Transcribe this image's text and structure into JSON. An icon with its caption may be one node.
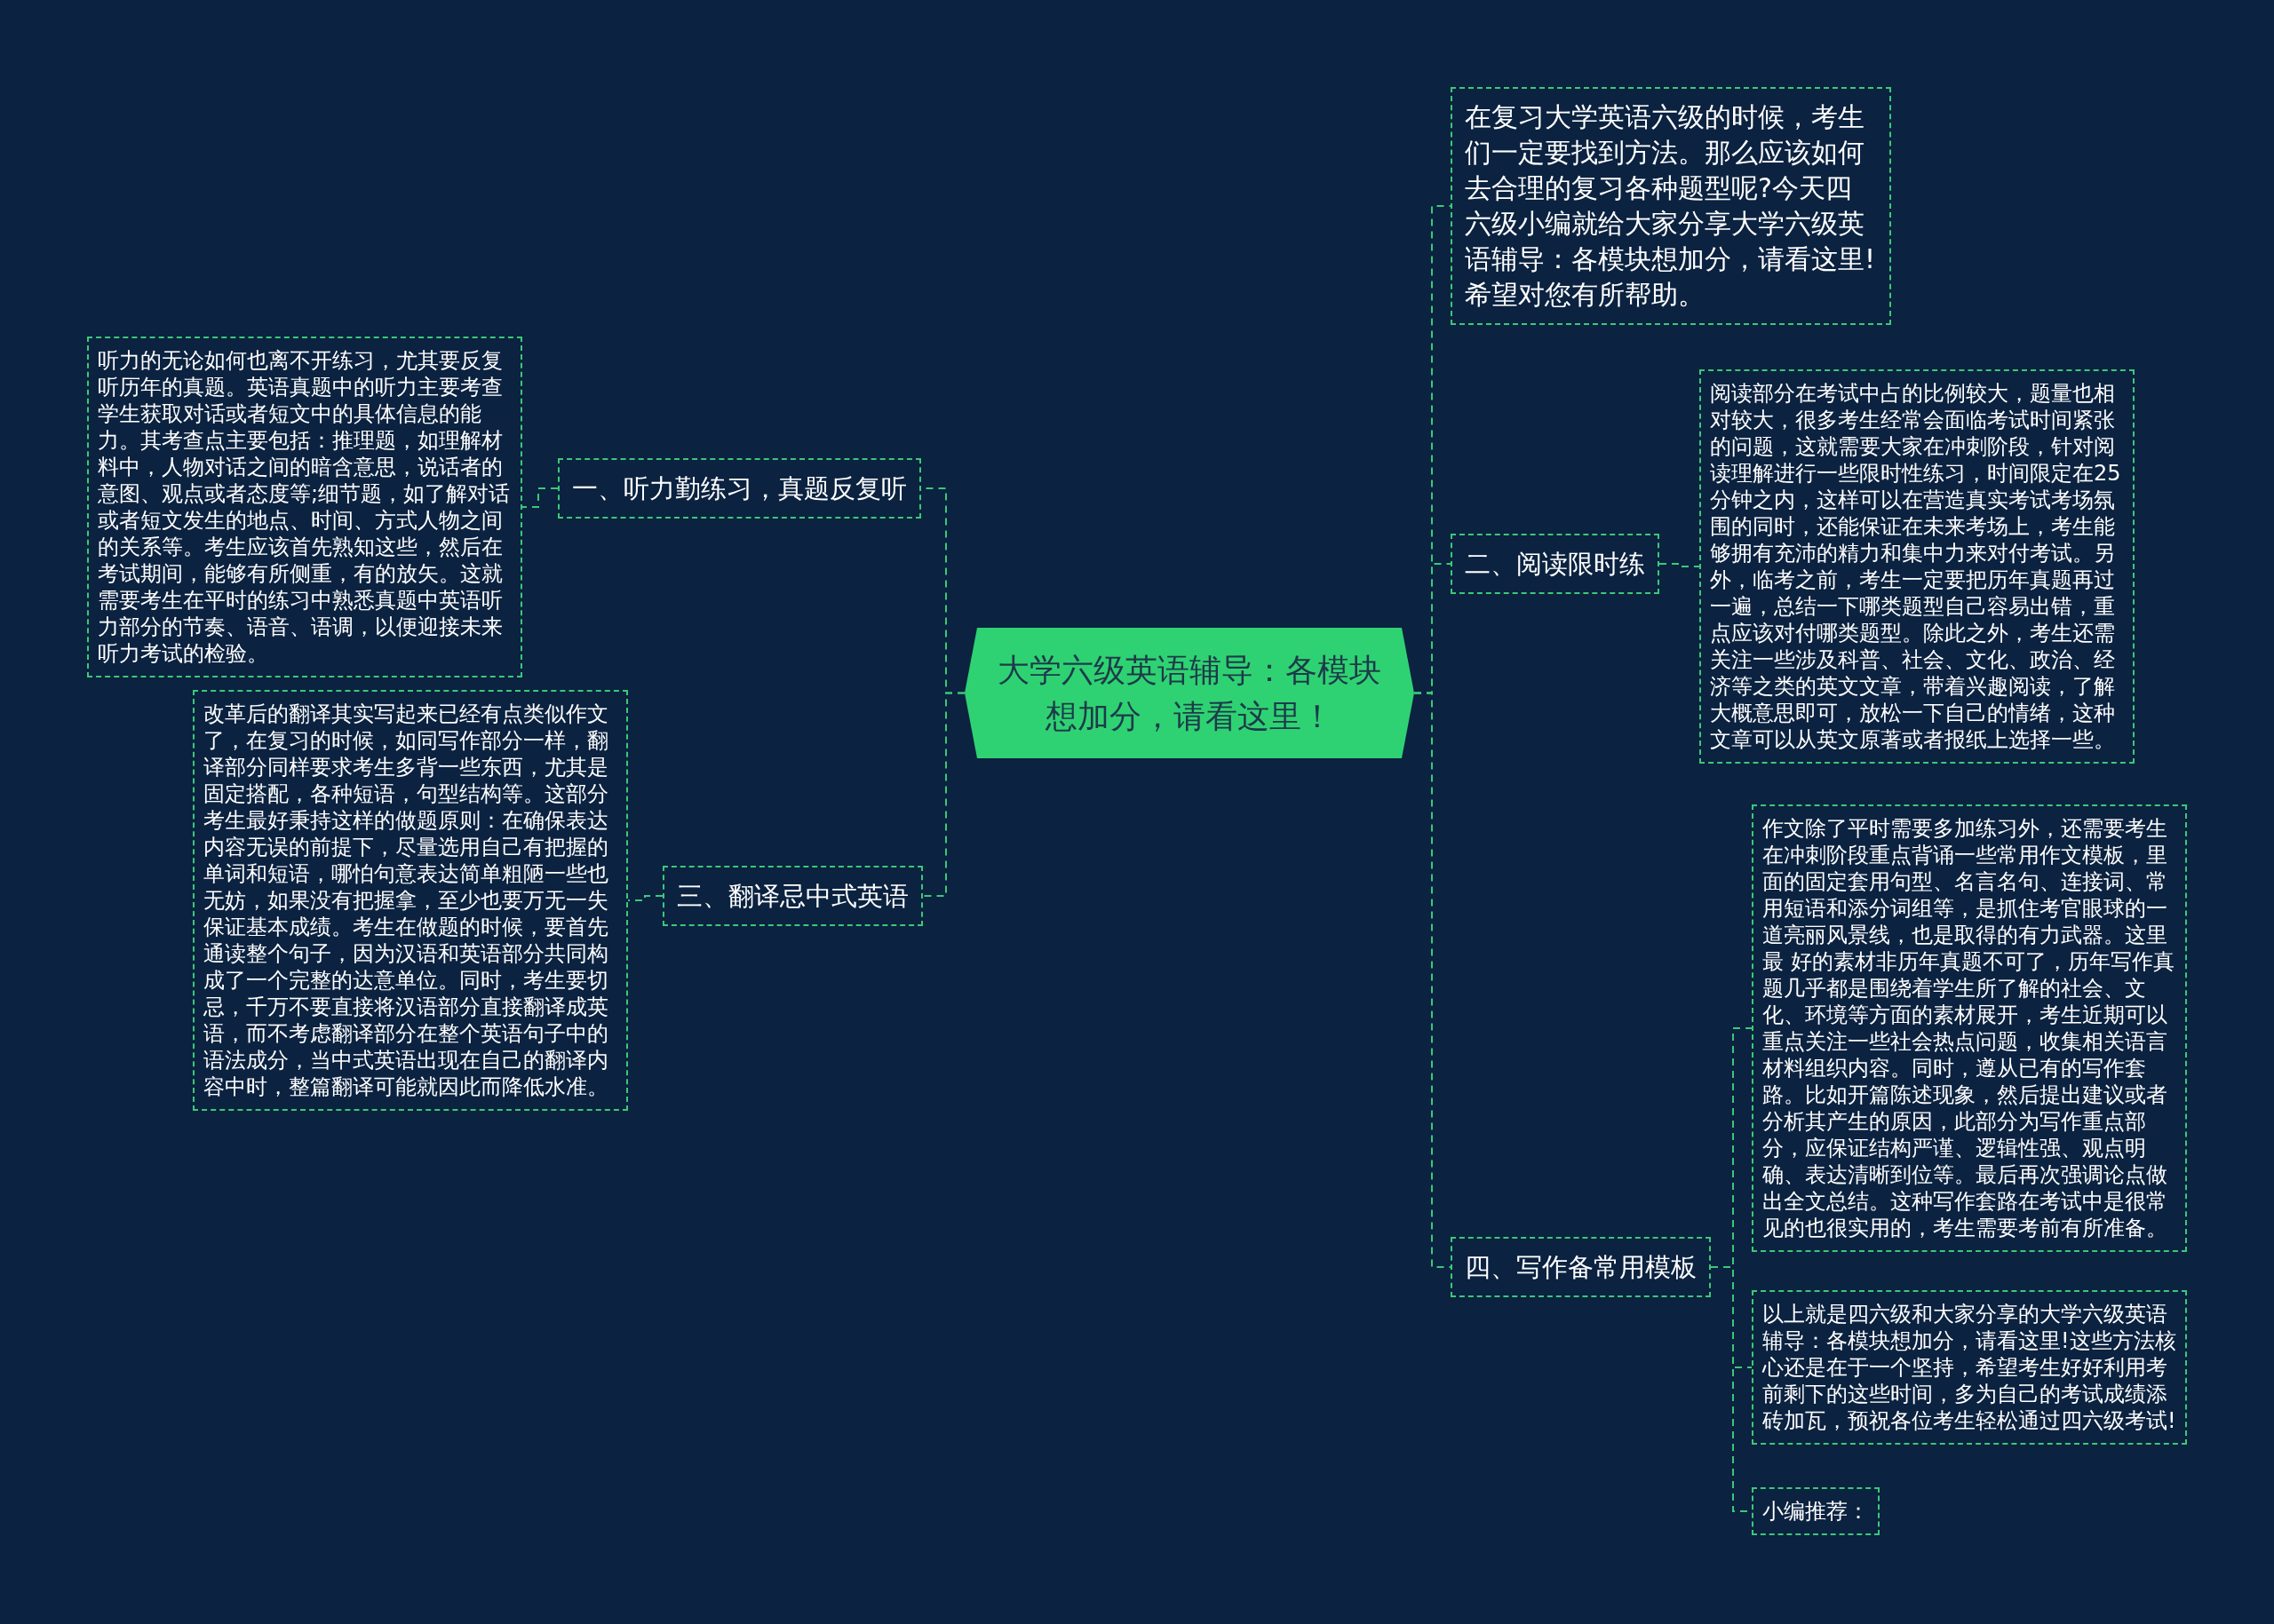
{
  "diagram": {
    "nodes": [
      {
        "text": [
          "大学六级英语辅导：各模块想加分，请看这里！"
        ]
      },
      {
        "text": [
          "一、听力勤练习，真题反复听"
        ]
      },
      {
        "text": [
          "听力的无论如何也离不开练习，尤其要反复听历年的真题。英语真题中的听力主要考查学生获取对话或者短文中的具体信息的能力。其考查点主要包括：推理题，如理解材料中，人物对话之间的暗含意思，说话者的意图、观点或者态度等;细节题，如了解对话或者短文发生的地点、时间、方式人物之间的关系等。考生应该首先熟知这些，然后在考试期间，能够有所侧重，有的放矢。这就需要考生在平时的练习中熟悉真题中英语听力部分的节奏、语音、语调，以便迎接未来听力考试的检验。"
        ]
      },
      {
        "text": [
          "三、翻译忌中式英语"
        ]
      },
      {
        "text": [
          "改革后的翻译其实写起来已经有点类似作文了，在复习的时候，如同写作部分一样，翻译部分同样要求考生多背一些东西，尤其是固定搭配，各种短语，句型结构等。这部分考生最好秉持这样的做题原则：在确保表达内容无误的前提下，尽量选用自己有把握的单词和短语，哪怕句意表达简单粗陋一些也无妨，如果没有把握拿，至少也要万无一失保证基本成绩。考生在做题的时候，要首先通读整个句子，因为汉语和英语部分共同构成了一个完整的达意单位。同时，考生要切忌，千万不要直接将汉语部分直接翻译成英语，而不考虑翻译部分在整个英语句子中的语法成分，当中式英语出现在自己的翻译内容中时，整篇翻译可能就因此而降低水准。"
        ]
      },
      {
        "text": [
          "在复习大学英语六级的时候，考生们一定要找到方法。那么应该如何去合理的复习各种题型呢?今天四六级小编就给大家分享大学六级英语辅导：各模块想加分，请看这里!希望对您有所帮助。"
        ]
      },
      {
        "text": [
          "二、阅读限时练"
        ]
      },
      {
        "text": [
          "阅读部分在考试中占的比例较大，题量也相对较大，很多考生经常会面临考试时间紧张的问题，这就需要大家在冲刺阶段，针对阅读理解进行一些限时性练习，时间限定在25分钟之内，这样可以在营造真实考试考场氛围的同时，还能保证在未来考场上，考生能够拥有充沛的精力和集中力来对付考试。另外，临考之前，考生一定要把历年真题再过一遍，总结一下哪类题型自己容易出错，重点应该对付哪类题型。除此之外，考生还需关注一些涉及科普、社会、文化、政治、经济等之类的英文文章，带着兴趣阅读，了解大概意思即可，放松一下自己的情绪，这种文章可以从英文原著或者报纸上选择一些。"
        ]
      },
      {
        "text": [
          "四、写作备常用模板"
        ]
      },
      {
        "text": [
          "作文除了平时需要多加练习外，还需要考生在冲刺阶段重点背诵一些常用作文模板，里面的固定套用句型、名言名句、连接词、常用短语和添分词组等，是抓住考官眼球的一道亮丽风景线，也是取得的有力武器。这里最 好的素材非历年真题不可了，历年写作真题几乎都是围绕着学生所了解的社会、文化、环境等方面的素材展开，考生近期可以重点关注一些社会热点问题，收集相关语言材料组织内容。同时，遵从已有的写作套路。比如开篇陈述现象，然后提出建议或者分析其产生的原因，此部分为写作重点部分，应保证结构严谨、逻辑性强、观点明确、表达清晰到位等。最后再次强调论点做出全文总结。这种写作套路在考试中是很常见的也很实用的，考生需要考前有所准备。"
        ]
      },
      {
        "text": [
          "以上就是四六级和大家分享的大学六级英语辅导：各模块想加分，请看这里!这些方法核心还是在于一个坚持，希望考生好好利用考前剩下的这些时间，多为自己的考试成绩添砖加瓦，预祝各位考生轻松通过四六级考试!"
        ]
      },
      {
        "text": [
          "小编推荐："
        ]
      }
    ],
    "edges": [
      {
        "from": 0,
        "to": 1,
        "arrow": "none",
        "style": "dashed"
      },
      {
        "from": 0,
        "to": 3,
        "arrow": "none",
        "style": "dashed"
      },
      {
        "from": 0,
        "to": 5,
        "arrow": "none",
        "style": "dashed"
      },
      {
        "from": 0,
        "to": 6,
        "arrow": "none",
        "style": "dashed"
      },
      {
        "from": 0,
        "to": 8,
        "arrow": "none",
        "style": "dashed"
      },
      {
        "from": 1,
        "to": 2,
        "arrow": "none",
        "style": "dashed"
      },
      {
        "from": 3,
        "to": 4,
        "arrow": "none",
        "style": "dashed"
      },
      {
        "from": 6,
        "to": 7,
        "arrow": "none",
        "style": "dashed"
      },
      {
        "from": 8,
        "to": 9,
        "arrow": "none",
        "style": "dashed"
      },
      {
        "from": 8,
        "to": 10,
        "arrow": "none",
        "style": "dashed"
      },
      {
        "from": 8,
        "to": 11,
        "arrow": "none",
        "style": "dashed"
      }
    ]
  }
}
